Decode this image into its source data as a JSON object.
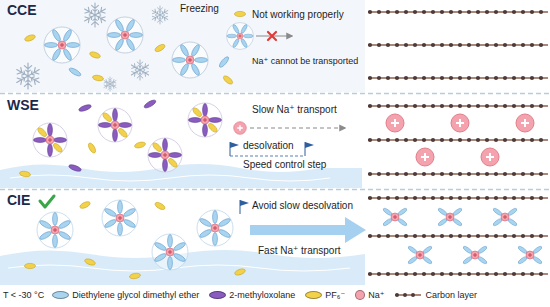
{
  "diagram": {
    "nodes": [
      {
        "text": [
          "CCE",
          "Freezing",
          "Not working properly",
          "Na⁺ cannot be transported"
        ]
      },
      {
        "text": [
          "WSE",
          "Slow Na⁺ transport",
          "desolvation",
          "Speed control step"
        ]
      },
      {
        "text": [
          "CIE",
          "Avoid slow desolvation",
          "Fast Na⁺ transport"
        ]
      }
    ],
    "labels": [
      "T < -30 °C"
    ],
    "legend": [
      {
        "text": "Diethylene glycol dimethyl ether",
        "color": "#a8d4f0"
      },
      {
        "text": "2-methyloxolane",
        "color": "#8a5cc0"
      },
      {
        "text": "PF₆⁻",
        "color": "#f3d24b"
      },
      {
        "text": "Na⁺",
        "color": "#f4a3ae"
      },
      {
        "text": "Carbon layer"
      }
    ]
  }
}
